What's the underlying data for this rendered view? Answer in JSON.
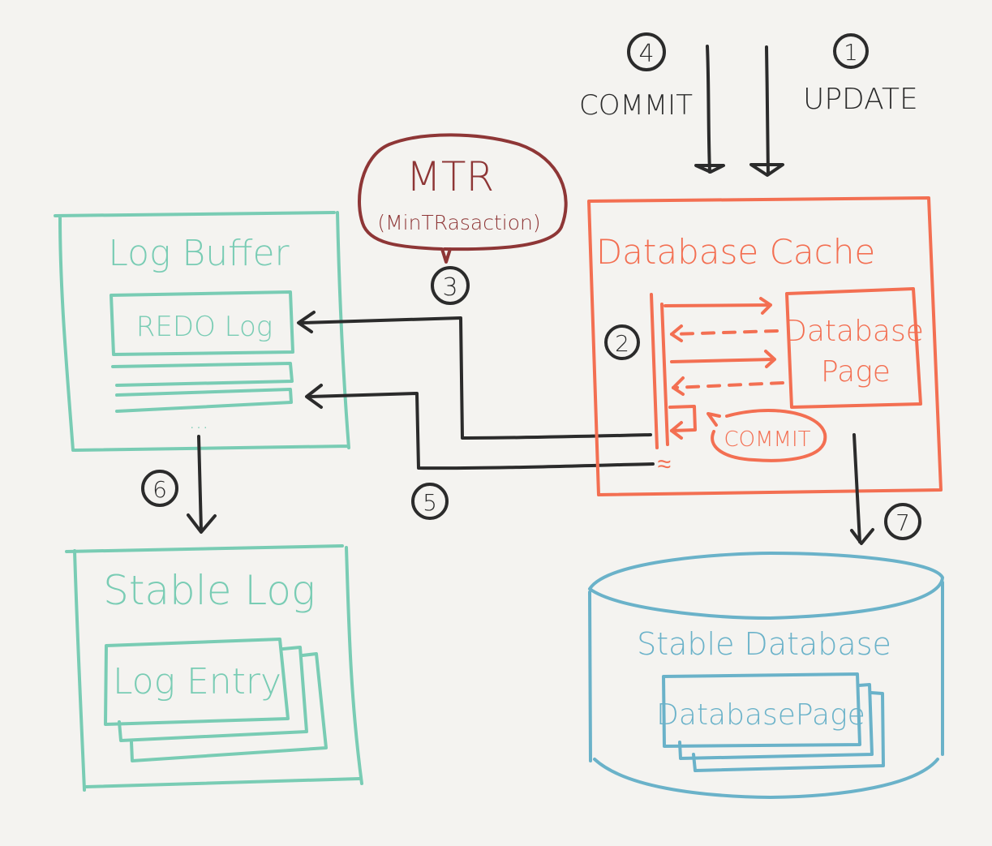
{
  "colors": {
    "background": "#f4f3f0",
    "log": "#79ccb4",
    "cache": "#f36f52",
    "stable_db": "#6ab2c9",
    "mtr": "#8e3636",
    "ink": "#2b2b2b"
  },
  "steps": {
    "s1": {
      "number": "1",
      "label": "UPDATE"
    },
    "s2": {
      "number": "2"
    },
    "s3": {
      "number": "3"
    },
    "s4": {
      "number": "4",
      "label": "COMMIT"
    },
    "s5": {
      "number": "5"
    },
    "s6": {
      "number": "6"
    },
    "s7": {
      "number": "7"
    }
  },
  "mtr": {
    "title": "MTR",
    "subtitle": "(MinTRasaction)"
  },
  "log_buffer": {
    "title": "Log Buffer",
    "entry_label": "REDO Log",
    "ellipsis": "..."
  },
  "stable_log": {
    "title": "Stable Log",
    "entry_label": "Log Entry"
  },
  "database_cache": {
    "title": "Database Cache",
    "page_label_line1": "Database",
    "page_label_line2": "Page",
    "commit_label": "COMMIT",
    "tilde": "≈"
  },
  "stable_database": {
    "title": "Stable Database",
    "page_label": "DatabasePage"
  }
}
